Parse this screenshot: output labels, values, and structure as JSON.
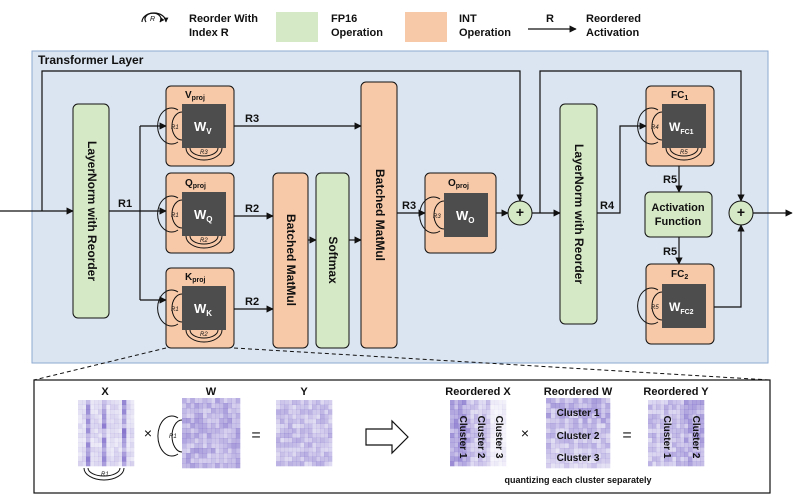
{
  "legend": {
    "reorder": "Reorder With Index R",
    "reorder_line1": "Reorder With",
    "reorder_line2": "Index R",
    "reorder_icon_label": "R",
    "fp16_line1": "FP16",
    "fp16_line2": "Operation",
    "int_line1": "INT",
    "int_line2": "Operation",
    "arrow_label": "R",
    "reordered_line1": "Reordered",
    "reordered_line2": "Activation"
  },
  "transformer_layer": {
    "title": "Transformer Layer",
    "layernorm1": "LayerNorm with Reorder",
    "layernorm2": "LayerNorm with Reorder",
    "v_proj": {
      "title": "V",
      "sub": "proj",
      "weight": "W",
      "weight_sub": "V",
      "r_in": "R1",
      "r_out": "R3"
    },
    "q_proj": {
      "title": "Q",
      "sub": "proj",
      "weight": "W",
      "weight_sub": "Q",
      "r_in": "R1",
      "r_out": "R2"
    },
    "k_proj": {
      "title": "K",
      "sub": "proj",
      "weight": "W",
      "weight_sub": "K",
      "r_in": "R1",
      "r_out": "R2"
    },
    "o_proj": {
      "title": "O",
      "sub": "proj",
      "weight": "W",
      "weight_sub": "O",
      "r_in": "R3"
    },
    "fc1": {
      "title": "FC",
      "sub": "1",
      "weight": "W",
      "weight_sub": "FC1",
      "r_in": "R4",
      "r_out": "R5"
    },
    "fc2": {
      "title": "FC",
      "sub": "2",
      "weight": "W",
      "weight_sub": "FC2",
      "r_in": "R5"
    },
    "batched_matmul_1": "Batched MatMul",
    "batched_matmul_2": "Batched MatMul",
    "softmax": "Softmax",
    "activation_line1": "Activation",
    "activation_line2": "Function",
    "plus": "+",
    "edge_labels": {
      "r1": "R1",
      "r3_v": "R3",
      "r2_q": "R2",
      "r2_k": "R2",
      "r3_o": "R3",
      "r4": "R4",
      "r5_top": "R5",
      "r5_bottom": "R5"
    }
  },
  "detail": {
    "x_label": "X",
    "w_label": "W",
    "y_label": "Y",
    "times": "×",
    "equals": "=",
    "r1_left": "R1",
    "r1_bottom": "R1",
    "reordered_x": "Reordered X",
    "reordered_w": "Reordered W",
    "reordered_y": "Reordered Y",
    "x_clusters": [
      "Cluster 1",
      "Cluster 2",
      "Cluster 3"
    ],
    "w_clusters": [
      "Cluster 1",
      "Cluster 2",
      "Cluster 3"
    ],
    "y_clusters": [
      "Cluster 1",
      "Cluster 2"
    ],
    "caption": "quantizing each cluster separately"
  },
  "colors": {
    "fp16": "#d6e9c6",
    "int": "#f8c9a8",
    "panel": "#dbe5f1",
    "weight_box": "#4d4d4d",
    "heat": "#7b68c8"
  }
}
